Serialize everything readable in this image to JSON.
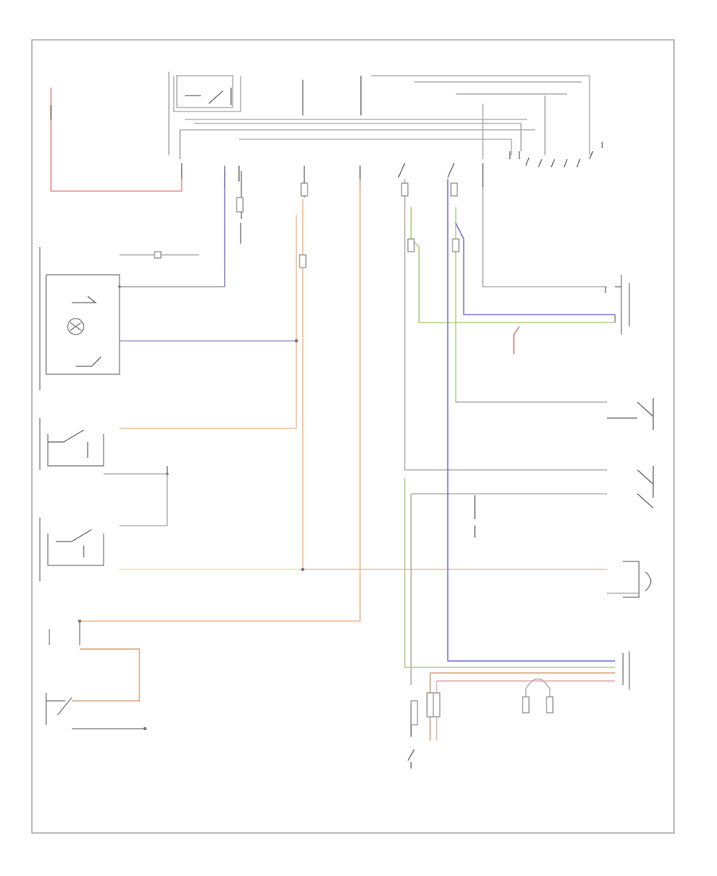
{
  "diagram": {
    "footer_code": "",
    "wire_colors": {
      "ground_black": "#a8a8a8",
      "red": "#f08080",
      "orange": "#f5b27a",
      "yellow": "#e8e870",
      "blue_left": "#7070d0",
      "violet": "#a08cc8",
      "green": "#a8c878",
      "blue_right": "#6060e0",
      "brown": "#d09a6a",
      "pink": "#e0a0a0"
    },
    "components": [
      {
        "id": "front-reading-lamp",
        "label": ""
      },
      {
        "id": "left-door-switch",
        "label": ""
      },
      {
        "id": "right-door-switch",
        "label": ""
      },
      {
        "id": "glovebox-lamp",
        "label": ""
      },
      {
        "id": "glovebox-switch",
        "label": ""
      },
      {
        "id": "central-control-unit",
        "label": ""
      },
      {
        "id": "luggage-compartment-lamp",
        "label": ""
      },
      {
        "id": "luggage-lid-switch",
        "label": ""
      }
    ]
  }
}
